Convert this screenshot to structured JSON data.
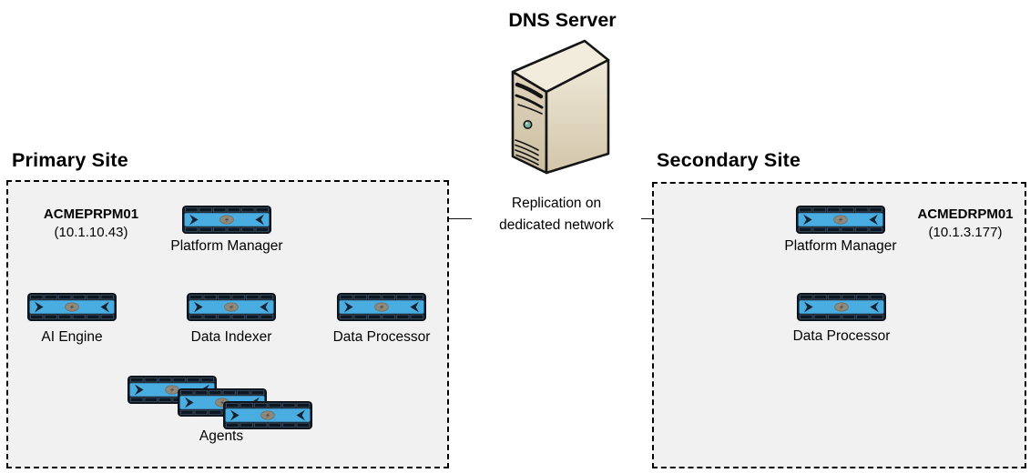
{
  "dns": {
    "label": "DNS Server",
    "icon": "server-tower-icon"
  },
  "replication": {
    "line1": "Replication on",
    "line2": "dedicated network"
  },
  "primary": {
    "title": "Primary Site",
    "host": "ACMEPRPM01",
    "ip": "(10.1.10.43)",
    "platform_manager_label": "Platform Manager",
    "components": [
      "AI Engine",
      "Data Indexer",
      "Data Processor"
    ],
    "agents_label": "Agents"
  },
  "secondary": {
    "title": "Secondary Site",
    "host": "ACMEDRPM01",
    "ip": "(10.1.3.177)",
    "platform_manager_label": "Platform Manager",
    "components": [
      "Data Processor"
    ]
  },
  "icons": {
    "appliance": "appliance-icon",
    "server": "server-tower-icon"
  },
  "colors": {
    "appliance_blue": "#49ade2",
    "appliance_dark": "#18222f",
    "site_box_fill": "#f1f1f1",
    "site_box_border": "#000000",
    "server_front": "#d8ccb2",
    "server_side": "#e6dfcb",
    "server_top": "#efe8d6",
    "power_led": "#79b4a1",
    "arrow": "#000000"
  }
}
